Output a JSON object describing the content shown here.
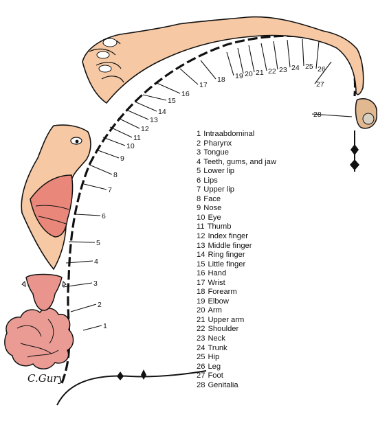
{
  "legend": [
    {
      "num": "1",
      "label": "Intraabdominal"
    },
    {
      "num": "2",
      "label": "Pharynx"
    },
    {
      "num": "3",
      "label": "Tongue"
    },
    {
      "num": "4",
      "label": "Teeth, gums, and jaw"
    },
    {
      "num": "5",
      "label": "Lower lip"
    },
    {
      "num": "6",
      "label": "Lips"
    },
    {
      "num": "7",
      "label": "Upper lip"
    },
    {
      "num": "8",
      "label": "Face"
    },
    {
      "num": "9",
      "label": "Nose"
    },
    {
      "num": "10",
      "label": "Eye"
    },
    {
      "num": "11",
      "label": "Thumb"
    },
    {
      "num": "12",
      "label": "Index finger"
    },
    {
      "num": "13",
      "label": "Middle finger"
    },
    {
      "num": "14",
      "label": "Ring finger"
    },
    {
      "num": "15",
      "label": "Little finger"
    },
    {
      "num": "16",
      "label": "Hand"
    },
    {
      "num": "17",
      "label": "Wrist"
    },
    {
      "num": "18",
      "label": "Forearm"
    },
    {
      "num": "19",
      "label": "Elbow"
    },
    {
      "num": "20",
      "label": "Arm"
    },
    {
      "num": "21",
      "label": "Upper arm"
    },
    {
      "num": "22",
      "label": "Shoulder"
    },
    {
      "num": "23",
      "label": "Neck"
    },
    {
      "num": "24",
      "label": "Trunk"
    },
    {
      "num": "25",
      "label": "Hip"
    },
    {
      "num": "26",
      "label": "Leg"
    },
    {
      "num": "27",
      "label": "Foot"
    },
    {
      "num": "28",
      "label": "Genitalia"
    }
  ],
  "signature": "C.Gury",
  "colors": {
    "skin": "#f6c9a4",
    "lips": "#e8877a",
    "tongue": "#e9948c",
    "viscera": "#e99b94",
    "outline": "#111111"
  }
}
